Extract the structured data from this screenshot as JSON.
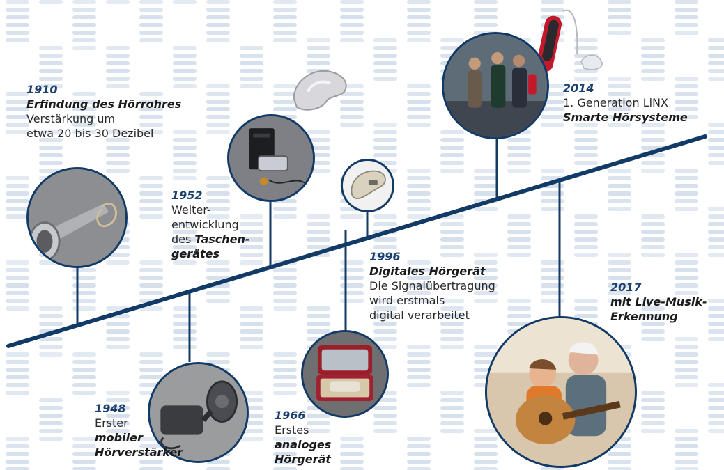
{
  "colors": {
    "timeline": "#123a66",
    "year": "#1a3f6e",
    "stripes": "#cfdbe9"
  },
  "events": {
    "e1910": {
      "year": "1910",
      "title": "Erfindung des Hörrohres",
      "desc_1": "Verstärkung um",
      "desc_2": "etwa 20 bis 30 Dezibel",
      "icon": "hearing-trumpet-icon"
    },
    "e1948": {
      "year": "1948",
      "pre": "Erster",
      "title_1": "mobiler",
      "title_2": "Hörverstärker",
      "icon": "portable-amplifier-icon"
    },
    "e1952": {
      "year": "1952",
      "pre_1": "Weiter-",
      "pre_2": "entwicklung",
      "pre_3": "des ",
      "title_1": "Taschen-",
      "title_2": "gerätes",
      "icon": "pocket-device-icon"
    },
    "e1966": {
      "year": "1966",
      "pre": "Erstes",
      "title_1": "analoges",
      "title_2": "Hörgerät",
      "icon": "analog-hearing-aid-case-icon"
    },
    "e1996": {
      "year": "1996",
      "title": "Digitales Hörgerät",
      "desc_1": "Die Signalübertragung",
      "desc_2": "wird erstmals",
      "desc_3": "digital verarbeitet",
      "icon": "digital-hearing-aid-icon"
    },
    "e2014": {
      "year": "2014",
      "desc": "1. Generation LiNX",
      "title": "Smarte Hörsysteme",
      "icon": "people-walking-photo-icon"
    },
    "e2017": {
      "year": "2017",
      "title_1": "mit Live-Musik-",
      "title_2": "Erkennung",
      "icon": "grandfather-child-guitar-photo-icon"
    }
  }
}
